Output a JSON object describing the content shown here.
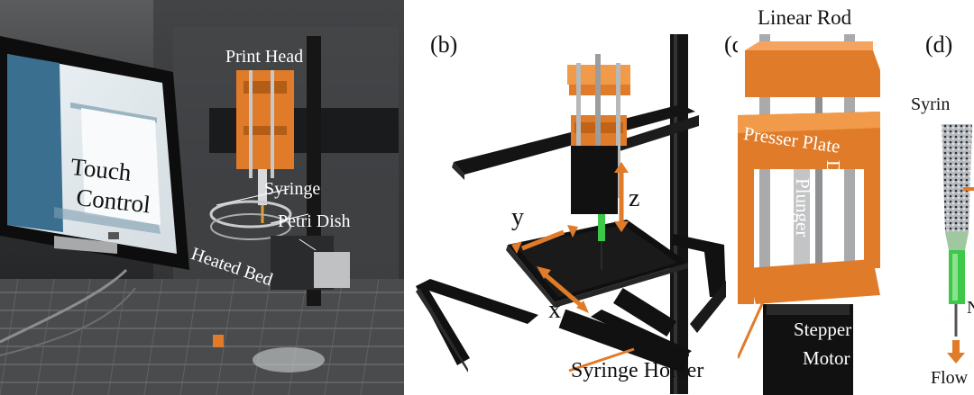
{
  "figure": {
    "panel_a": {
      "labels": {
        "print_head": "Print Head",
        "syringe": "Syringe",
        "petri_dish": "Petri Dish",
        "heated_bed": "Heated Bed",
        "touch_line1": "Touch",
        "touch_line2": "Control"
      }
    },
    "panel_b": {
      "tag": "(b)",
      "axis_x": "x",
      "axis_y": "y",
      "axis_z": "z",
      "syringe_holder": "Syringe Holder"
    },
    "panel_c": {
      "tag": "(c)",
      "linear_rod": "Linear Rod",
      "presser_plate": "Presser Plate",
      "drive_rod": "Drive Rod",
      "plunger": "Plunger",
      "stepper_line1": "Stepper",
      "stepper_line2": "Motor"
    },
    "panel_d": {
      "tag": "(d)",
      "syringe_partial": "Syrin",
      "needle_partial": "N",
      "flow_partial": "Flow"
    }
  },
  "colors": {
    "orange": "#e07b2a",
    "frame_black": "#111111",
    "green": "#3ec84a"
  }
}
